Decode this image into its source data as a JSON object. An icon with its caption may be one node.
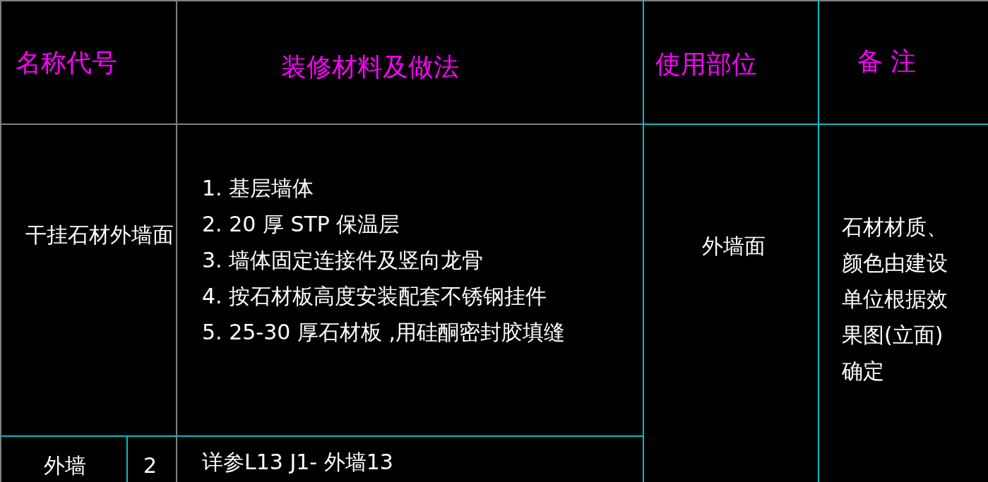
{
  "diagram": {
    "labels": [
      "名称代号",
      "装修材料及做法",
      "使用部位",
      "备 注",
      "干挂石材外墙面",
      "1. 基层墙体",
      "2. 20 厚 STP 保温层",
      "3. 墙体固定连接件及竖向龙骨",
      "4. 按石材板高度安装配套不锈钢挂件",
      "5. 25-30 厚石材板 ,用硅酮密封胶填缝",
      "外墙面",
      "石材材质、颜色由建设单位根据效果图(立面)确定",
      "外墙",
      "2",
      "详参L13 J1- 外墙13"
    ]
  }
}
